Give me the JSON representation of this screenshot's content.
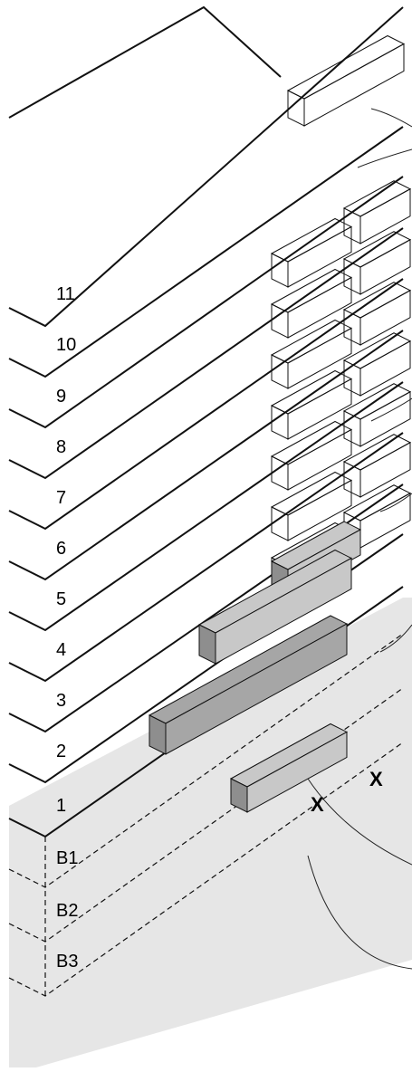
{
  "diagram": {
    "floor_labels_above": [
      "11",
      "10",
      "9",
      "8",
      "7",
      "6",
      "5",
      "4",
      "3",
      "2",
      "1"
    ],
    "floor_labels_below": [
      "B1",
      "B2",
      "B3"
    ],
    "marker_label": "X",
    "colors": {
      "line": "#111111",
      "basement_band": "#e6e6e6",
      "box_dark_fill": "#a6a6a6",
      "box_light_fill": "#c8c8c8",
      "leader_line": "#222222"
    }
  }
}
